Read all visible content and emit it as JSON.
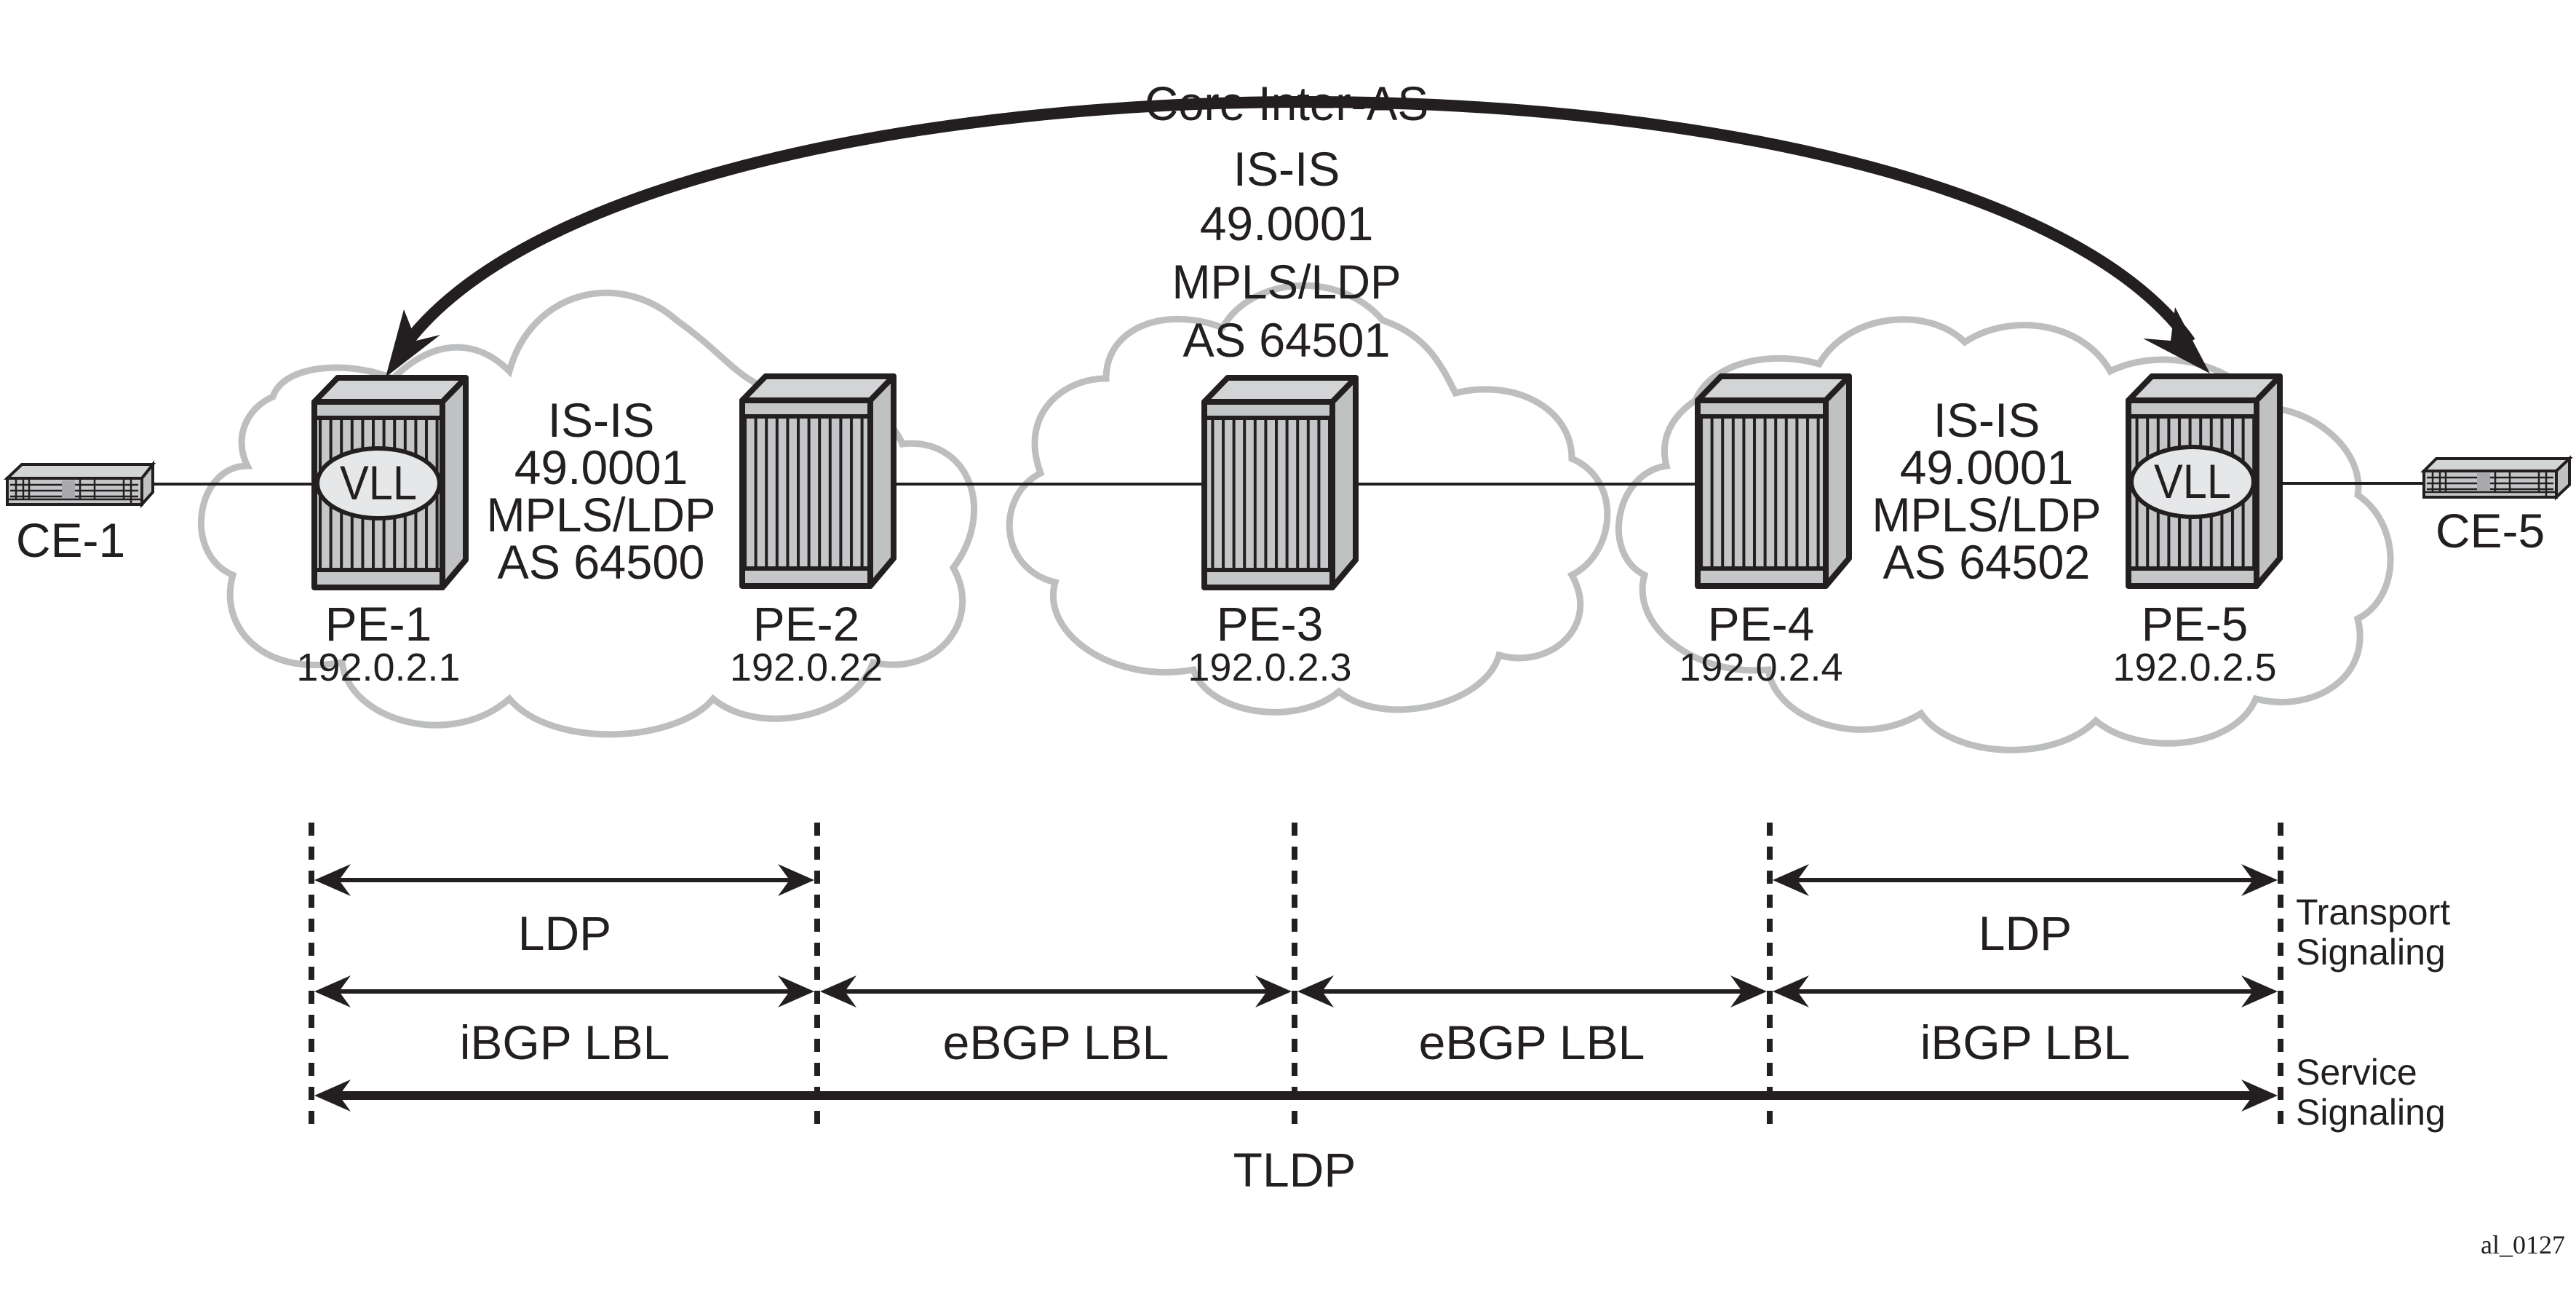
{
  "figure_id": "al_0127",
  "core_arc": {
    "label": "Core Inter-AS"
  },
  "colors": {
    "stroke": "#231f20",
    "cloud_stroke": "#bcbec0",
    "device_top": "#d3d4d6",
    "device_front": "#c5c6c8",
    "device_side": "#c0c1c3",
    "vll_fill": "#e6e7e8"
  },
  "domains": [
    {
      "id": "as64500",
      "lines": [
        "IS-IS",
        "49.0001",
        "MPLS/LDP",
        "AS 64500"
      ]
    },
    {
      "id": "as64501",
      "lines": [
        "IS-IS",
        "49.0001",
        "MPLS/LDP",
        "AS 64501"
      ]
    },
    {
      "id": "as64502",
      "lines": [
        "IS-IS",
        "49.0001",
        "MPLS/LDP",
        "AS 64502"
      ]
    }
  ],
  "nodes": [
    {
      "id": "CE-1",
      "name": "CE-1",
      "type": "ce"
    },
    {
      "id": "PE-1",
      "name": "PE-1",
      "ip": "192.0.2.1",
      "type": "pe",
      "service": "VLL"
    },
    {
      "id": "PE-2",
      "name": "PE-2",
      "ip": "192.0.22",
      "type": "pe"
    },
    {
      "id": "PE-3",
      "name": "PE-3",
      "ip": "192.0.2.3",
      "type": "pe"
    },
    {
      "id": "PE-4",
      "name": "PE-4",
      "ip": "192.0.2.4",
      "type": "pe"
    },
    {
      "id": "PE-5",
      "name": "PE-5",
      "ip": "192.0.2.5",
      "type": "pe",
      "service": "VLL"
    },
    {
      "id": "CE-5",
      "name": "CE-5",
      "type": "ce"
    }
  ],
  "links": [
    [
      "CE-1",
      "PE-1"
    ],
    [
      "PE-2",
      "PE-3"
    ],
    [
      "PE-3",
      "PE-4"
    ],
    [
      "PE-5",
      "CE-5"
    ]
  ],
  "signaling": {
    "transport_label": [
      "Transport",
      "Signaling"
    ],
    "service_label": [
      "Service",
      "Signaling"
    ],
    "transport": [
      {
        "from": "PE-1",
        "to": "PE-2",
        "label": "LDP"
      },
      {
        "from": "PE-4",
        "to": "PE-5",
        "label": "LDP"
      }
    ],
    "bgp": [
      {
        "from": "PE-1",
        "to": "PE-2",
        "label": "iBGP LBL"
      },
      {
        "from": "PE-2",
        "to": "PE-3",
        "label": "eBGP LBL"
      },
      {
        "from": "PE-3",
        "to": "PE-4",
        "label": "eBGP LBL"
      },
      {
        "from": "PE-4",
        "to": "PE-5",
        "label": "iBGP LBL"
      }
    ],
    "service": {
      "from": "PE-1",
      "to": "PE-5",
      "label": "TLDP"
    }
  }
}
